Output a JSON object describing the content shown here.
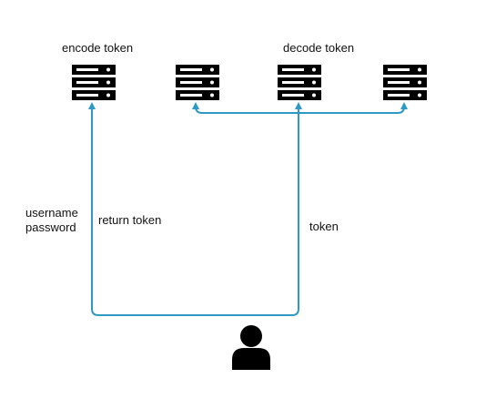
{
  "labels": {
    "encode": "encode token",
    "decode": "decode token",
    "username": "username",
    "password": "password",
    "return_token": "return token",
    "token": "token"
  },
  "colors": {
    "arrow": "#2e9ac4",
    "server": "#000000",
    "text": "#111111"
  },
  "icons": {
    "server": "server-icon",
    "user": "user-icon"
  }
}
